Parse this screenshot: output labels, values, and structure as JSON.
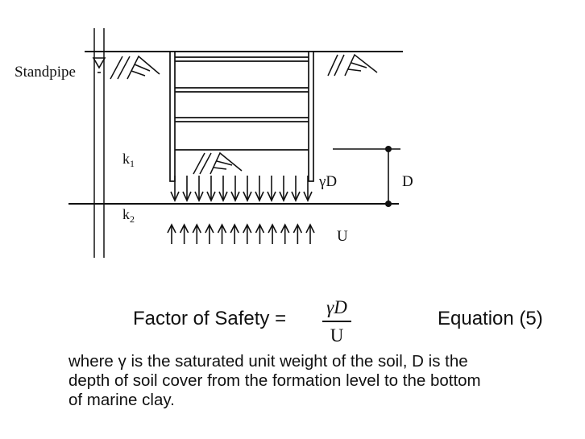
{
  "diagram": {
    "labels": {
      "standpipe": "Standpipe",
      "k1_base": "k",
      "k1_sub": "1",
      "k2_base": "k",
      "k2_sub": "2",
      "gamma_d": "γD",
      "uplift": "U",
      "depth": "D"
    },
    "downward_arrow_count": 12,
    "upward_arrow_count": 12,
    "strut_count": 4
  },
  "equation": {
    "lhs": "Factor of Safety =",
    "numerator": "γD",
    "denominator": "U",
    "label": "Equation (5)"
  },
  "description": {
    "lines": [
      "where γ is the saturated unit weight of the soil, D is the",
      "depth of soil cover from the formation level to the bottom",
      "of marine clay."
    ]
  }
}
